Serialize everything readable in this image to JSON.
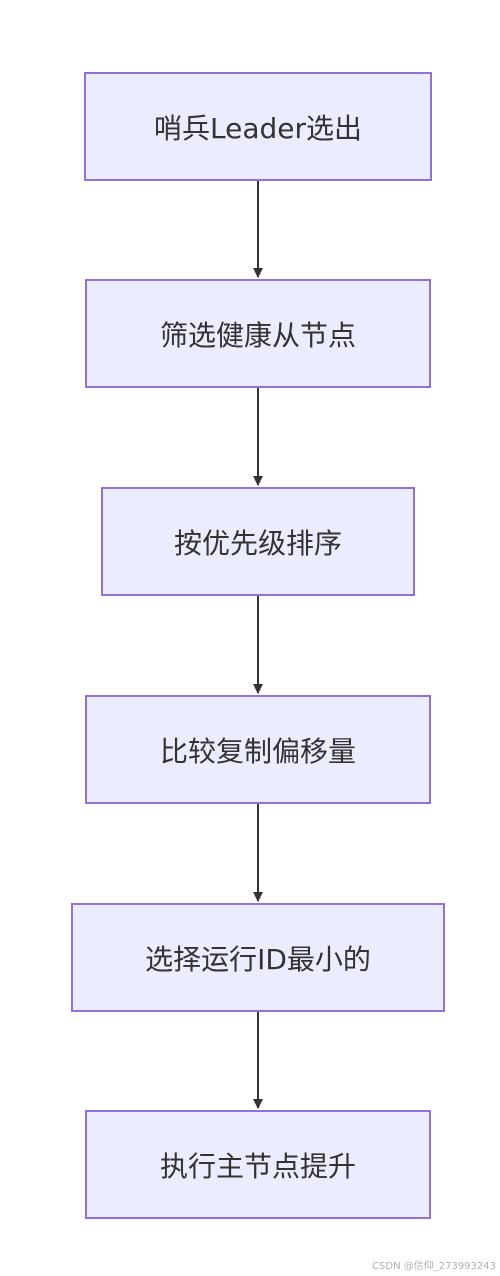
{
  "diagram": {
    "type": "flowchart",
    "direction": "top-down",
    "nodes": [
      {
        "id": "n1",
        "label": "哨兵Leader选出"
      },
      {
        "id": "n2",
        "label": "筛选健康从节点"
      },
      {
        "id": "n3",
        "label": "按优先级排序"
      },
      {
        "id": "n4",
        "label": "比较复制偏移量"
      },
      {
        "id": "n5",
        "label": "选择运行ID最小的"
      },
      {
        "id": "n6",
        "label": "执行主节点提升"
      }
    ],
    "edges": [
      {
        "from": "n1",
        "to": "n2"
      },
      {
        "from": "n2",
        "to": "n3"
      },
      {
        "from": "n3",
        "to": "n4"
      },
      {
        "from": "n4",
        "to": "n5"
      },
      {
        "from": "n5",
        "to": "n6"
      }
    ],
    "colors": {
      "node_fill": "#ececff",
      "node_border": "#9370db",
      "text": "#333333",
      "edge": "#333333"
    }
  },
  "watermark": "CSDN @信仰_273993243"
}
